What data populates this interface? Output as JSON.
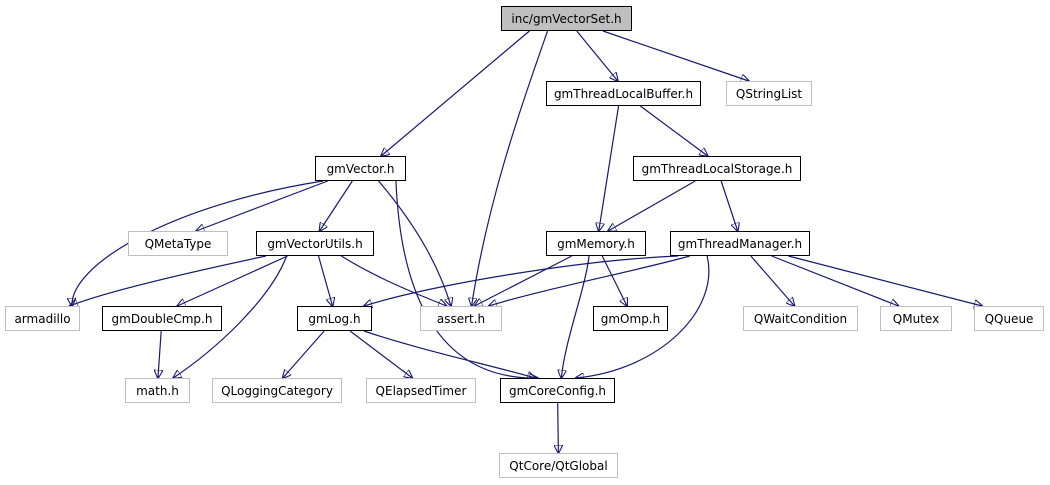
{
  "diagram": {
    "edge_color": "#191970",
    "root_fill": "#bfbfbf",
    "external_border": "#bfbfbf",
    "nodes": [
      {
        "id": "vectorset",
        "label": "inc/gmVectorSet.h",
        "kind": "root"
      },
      {
        "id": "tlb",
        "label": "gmThreadLocalBuffer.h",
        "kind": "project"
      },
      {
        "id": "qstringlist",
        "label": "QStringList",
        "kind": "external"
      },
      {
        "id": "vector",
        "label": "gmVector.h",
        "kind": "project"
      },
      {
        "id": "tls",
        "label": "gmThreadLocalStorage.h",
        "kind": "project"
      },
      {
        "id": "qmetatype",
        "label": "QMetaType",
        "kind": "external"
      },
      {
        "id": "vectorutils",
        "label": "gmVectorUtils.h",
        "kind": "project"
      },
      {
        "id": "memory",
        "label": "gmMemory.h",
        "kind": "project"
      },
      {
        "id": "threadmanager",
        "label": "gmThreadManager.h",
        "kind": "project"
      },
      {
        "id": "armadillo",
        "label": "armadillo",
        "kind": "external"
      },
      {
        "id": "doublecmp",
        "label": "gmDoubleCmp.h",
        "kind": "project"
      },
      {
        "id": "log",
        "label": "gmLog.h",
        "kind": "project"
      },
      {
        "id": "assert",
        "label": "assert.h",
        "kind": "external"
      },
      {
        "id": "omp",
        "label": "gmOmp.h",
        "kind": "project"
      },
      {
        "id": "qwaitcondition",
        "label": "QWaitCondition",
        "kind": "external"
      },
      {
        "id": "qmutex",
        "label": "QMutex",
        "kind": "external"
      },
      {
        "id": "qqueue",
        "label": "QQueue",
        "kind": "external"
      },
      {
        "id": "math",
        "label": "math.h",
        "kind": "external"
      },
      {
        "id": "qloggingcategory",
        "label": "QLoggingCategory",
        "kind": "external"
      },
      {
        "id": "qelapsedtimer",
        "label": "QElapsedTimer",
        "kind": "external"
      },
      {
        "id": "coreconfig",
        "label": "gmCoreConfig.h",
        "kind": "project"
      },
      {
        "id": "qtglobal",
        "label": "QtCore/QtGlobal",
        "kind": "external"
      }
    ],
    "edges": [
      [
        "vectorset",
        "vector"
      ],
      [
        "vectorset",
        "assert"
      ],
      [
        "vectorset",
        "tlb"
      ],
      [
        "vectorset",
        "qstringlist"
      ],
      [
        "tlb",
        "memory"
      ],
      [
        "tlb",
        "tls"
      ],
      [
        "tls",
        "memory"
      ],
      [
        "tls",
        "threadmanager"
      ],
      [
        "vector",
        "armadillo"
      ],
      [
        "vector",
        "qmetatype"
      ],
      [
        "vector",
        "vectorutils"
      ],
      [
        "vector",
        "assert"
      ],
      [
        "vector",
        "coreconfig"
      ],
      [
        "vectorutils",
        "armadillo"
      ],
      [
        "vectorutils",
        "doublecmp"
      ],
      [
        "vectorutils",
        "math"
      ],
      [
        "vectorutils",
        "log"
      ],
      [
        "vectorutils",
        "assert"
      ],
      [
        "memory",
        "assert"
      ],
      [
        "memory",
        "coreconfig"
      ],
      [
        "memory",
        "omp"
      ],
      [
        "threadmanager",
        "log"
      ],
      [
        "threadmanager",
        "assert"
      ],
      [
        "threadmanager",
        "coreconfig"
      ],
      [
        "threadmanager",
        "qwaitcondition"
      ],
      [
        "threadmanager",
        "qmutex"
      ],
      [
        "threadmanager",
        "qqueue"
      ],
      [
        "doublecmp",
        "math"
      ],
      [
        "log",
        "qloggingcategory"
      ],
      [
        "log",
        "qelapsedtimer"
      ],
      [
        "log",
        "coreconfig"
      ],
      [
        "coreconfig",
        "qtglobal"
      ]
    ]
  }
}
